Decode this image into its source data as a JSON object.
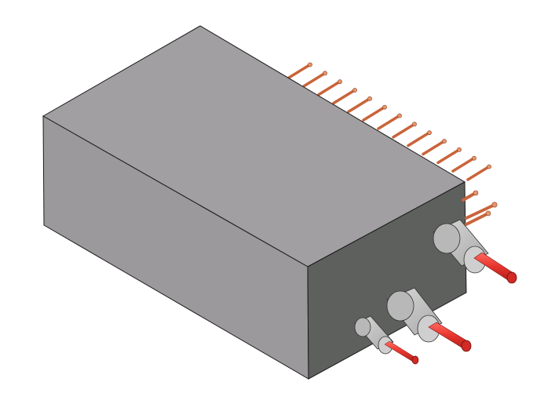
{
  "model": {
    "body": {
      "name": "concrete-block",
      "top_color": "#a19fa1",
      "left_color": "#9b999b",
      "right_color": "#5e605d",
      "edge_color": "#1c1c1c"
    },
    "back_pins": {
      "name": "copper-pin-row",
      "count": 13,
      "color": "#c9643a",
      "highlight": "#e8956b"
    },
    "front_connectors": [
      {
        "name": "large-upper-connector",
        "sleeve_color": "#c3c3c3",
        "rod_color": "#e8352e"
      },
      {
        "name": "large-lower-connector",
        "sleeve_color": "#c3c3c3",
        "rod_color": "#e8352e"
      },
      {
        "name": "small-connector",
        "sleeve_color": "#c3c3c3",
        "rod_color": "#e8352e"
      }
    ]
  }
}
